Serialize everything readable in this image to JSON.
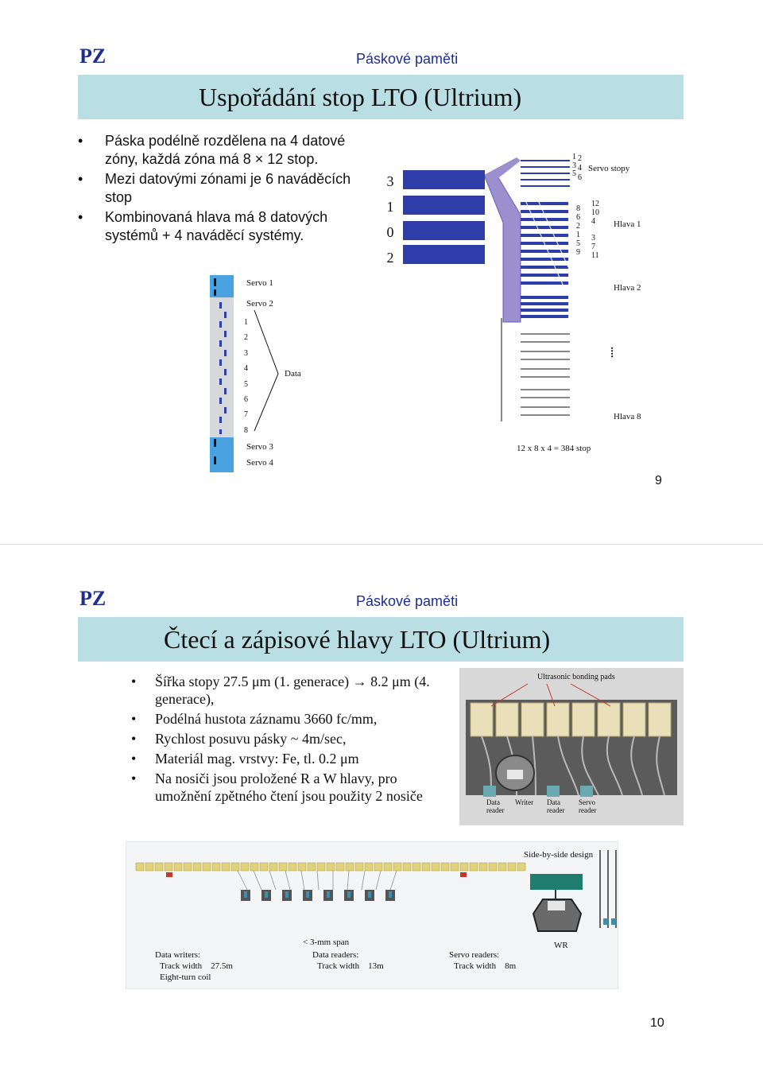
{
  "slide1": {
    "logo": "PZ",
    "course": "Páskové paměti",
    "title": "Uspořádání stop LTO (Ultrium)",
    "bullets": [
      "Páska podélně rozdělena na 4 datové zóny, každá zóna má 8 × 12 stop.",
      "Mezi datovými zónami je 6 naváděcích stop",
      "Kombinovaná hlava má 8 datových systémů + 4 naváděcí systémy."
    ],
    "band_numbers": [
      "3",
      "1",
      "0",
      "2"
    ],
    "head_track_top": [
      "1",
      "2",
      "3",
      "4",
      "5",
      "6"
    ],
    "head_track_left": [
      "8",
      "6",
      "2",
      "1",
      "5",
      "9"
    ],
    "head_track_right": [
      "12",
      "10",
      "4",
      "3",
      "7",
      "11"
    ],
    "servo_stopy": "Servo stopy",
    "hlava1": "Hlava 1",
    "hlava2": "Hlava 2",
    "hlava8": "Hlava 8",
    "ellipsis": "....",
    "servo1": "Servo 1",
    "servo2": "Servo 2",
    "servo3": "Servo 3",
    "servo4": "Servo 4",
    "data_tracks": [
      "1",
      "2",
      "3",
      "4",
      "5",
      "6",
      "7",
      "8"
    ],
    "data_label": "Data",
    "formula": "12 x 8 x 4 = 384 stop",
    "page": "9"
  },
  "slide2": {
    "logo": "PZ",
    "course": "Páskové paměti",
    "title": "Čtecí a zápisové hlavy LTO (Ultrium)",
    "bullets": [
      "Šířka stopy 27.5 μm (1. generace) → 8.2 μm (4. generace),",
      "Podélná hustota záznamu 3660 fc/mm,",
      "Rychlost posuvu pásky ~ 4m/sec,",
      "Materiál mag. vrstvy: Fe, tl. 0.2 μm",
      "Na nosiči jsou proložené R a W hlavy, pro umožnění zpětného čtení jsou použity 2 nosiče"
    ],
    "photo": {
      "caption": "Ultrasonic bonding pads",
      "labels": [
        "Data reader",
        "Writer",
        "Data reader",
        "Servo reader"
      ]
    },
    "diagram": {
      "side_by_side": "Side-by-side design",
      "span": "< 3-mm span",
      "wr": "WR",
      "writers_title": "Data writers:",
      "writers_width": "Track width    27.5m",
      "writers_coil": "Eight-turn coil",
      "readers_title": "Data readers:",
      "readers_width": "Track width    13m",
      "servo_title": "Servo readers:",
      "servo_width": "Track width    8m"
    },
    "page": "10"
  },
  "colors": {
    "title_bar": "#b9dee3",
    "brand": "#1f2d8f",
    "track_blue": "#2e3ea8",
    "tape_blue": "#4aa3e0",
    "purple": "#9b8fd0"
  }
}
